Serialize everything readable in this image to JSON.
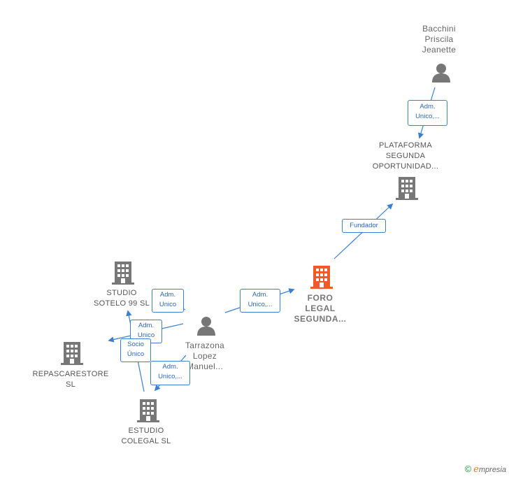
{
  "nodes": {
    "bacchini": "Bacchini\nPriscila\nJeanette",
    "plataforma": "PLATAFORMA\nSEGUNDA\nOPORTUNIDAD...",
    "foro": "FORO\nLEGAL\nSEGUNDA...",
    "studio": "STUDIO\nSOTELO 99  SL",
    "tarrazona": "Tarrazona\nLopez\nManuel...",
    "repascarestore": "REPASCARESTORE\nSL",
    "estudio": "ESTUDIO\nCOLEGAL  SL"
  },
  "edges": {
    "e1": "Adm.\nUnico,...",
    "e2": "Fundador",
    "e3": "Adm.\nUnico,...",
    "e4": "Adm.\nUnico",
    "e5": "Adm.\nUnico",
    "e6": "Socio\nÚnico",
    "e7": "Adm.\nUnico,..."
  },
  "footer": {
    "copyright": "©",
    "brand_e": "e",
    "brand_rest": "mpresia"
  },
  "colors": {
    "edge": "#3a7fd0",
    "node": "#777777",
    "focus": "#f05a28"
  }
}
